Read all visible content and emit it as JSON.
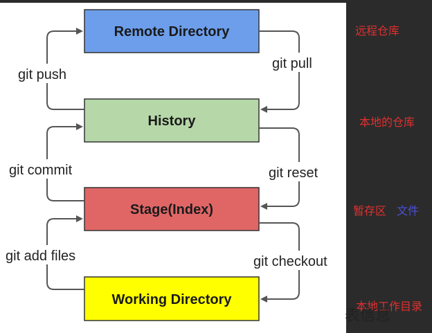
{
  "diagram": {
    "boxes": {
      "remote": {
        "label": "Remote Directory",
        "color": "#6d9eeb"
      },
      "history": {
        "label": "History",
        "color": "#b6d7a8"
      },
      "stage": {
        "label": "Stage(Index)",
        "color": "#e06666"
      },
      "working": {
        "label": "Working Directory",
        "color": "#ffff00"
      }
    },
    "commands": {
      "push": "git push",
      "pull": "git pull",
      "commit": "git commit",
      "reset": "git reset",
      "add": "git add files",
      "checkout": "git checkout"
    }
  },
  "notes": {
    "remote": "远程仓库",
    "local": "本地的仓库",
    "stage": "暂存区",
    "stage_file": "文件",
    "working": "本地工作目录"
  },
  "background_text": {
    "bottom_right": "表信息"
  },
  "colors": {
    "arrow": "#555555",
    "note_red": "#e0302f",
    "note_blue": "#4a52d8"
  }
}
